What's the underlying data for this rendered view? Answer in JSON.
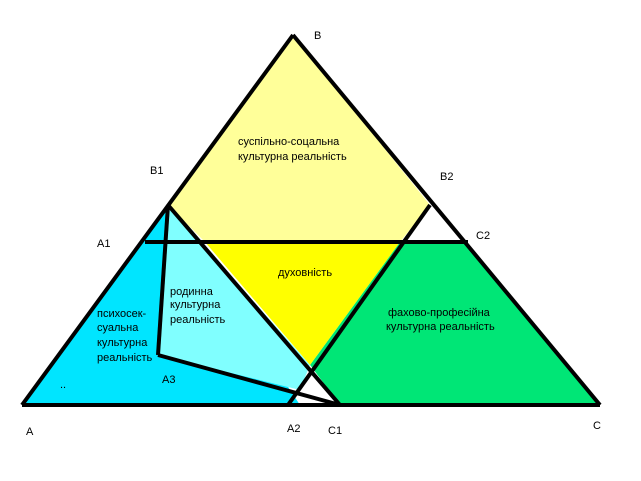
{
  "points": {
    "A": "A",
    "B": "B",
    "C": "C",
    "A1": "A1",
    "A2": "A2",
    "A3": "A3",
    "B1": "B1",
    "B2": "B2",
    "C1": "C1",
    "C2": "C2"
  },
  "areas": {
    "social": [
      "суспільно-соцальна",
      "культурна реальність"
    ],
    "spirituality": [
      "духовність"
    ],
    "family": [
      "родинна",
      "культурна",
      "реальність"
    ],
    "psychosexual": [
      "психосек-",
      "суальна",
      "культурна",
      "реальність"
    ],
    "professional": [
      "фахово-професійна",
      "культурна реальність"
    ],
    "ellipsis": ".."
  },
  "colors": {
    "social": "#ffff99",
    "spirituality": "#ffff00",
    "cyan": "#00e5ff",
    "lightcyan": "#80ffff",
    "green": "#00e676",
    "stroke": "#000000"
  }
}
